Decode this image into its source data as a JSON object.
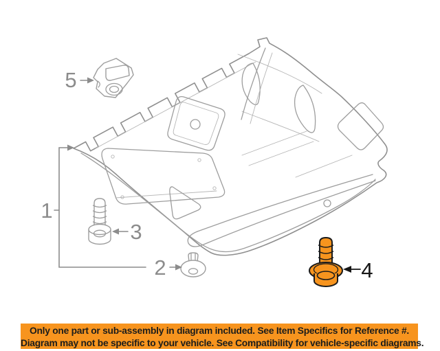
{
  "colors": {
    "highlight_orange": "#F7941E",
    "diagram_line_gray": "#9d9d9d",
    "callout_gray": "#8c8c8c",
    "callout_black": "#161616",
    "banner_background": "#F7941E",
    "banner_text": "#1d1d1b"
  },
  "callouts": {
    "c1": {
      "label": "1"
    },
    "c2": {
      "label": "2"
    },
    "c3": {
      "label": "3"
    },
    "c4": {
      "label": "4",
      "highlighted": true
    },
    "c5": {
      "label": "5"
    }
  },
  "banner": {
    "line1": "Only one part or sub-assembly in diagram included. See Item Specifics for Reference #.",
    "line2": "Diagram may not be specific to your vehicle. See Compatibility for vehicle-specific diagrams."
  }
}
